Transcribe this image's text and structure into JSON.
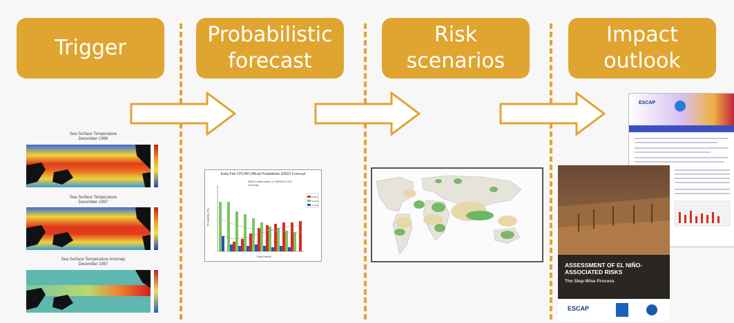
{
  "steps": [
    {
      "label": "Trigger"
    },
    {
      "label": "Probabilistic\nforecast"
    },
    {
      "label": "Risk\nscenarios"
    },
    {
      "label": "Impact\noutlook"
    }
  ],
  "sst_maps": [
    {
      "title": "Sea Surface Temperature",
      "subtitle": "December 1996"
    },
    {
      "title": "Sea Surface Temperature",
      "subtitle": "December 1997"
    },
    {
      "title": "Sea Surface Temperature Anomaly",
      "subtitle": "December 1997"
    }
  ],
  "forecast_chart": {
    "title": "Early-Feb CPC/IRI Official Probabilistic ENSO Forecast",
    "note": "ENSO state based on NINO3.4 SST Anomaly",
    "legend": [
      "El Niño",
      "Neutral",
      "La Niña"
    ],
    "ylabel": "Probability (%)",
    "xlabel": "Time Period"
  },
  "report": {
    "cover_title": "ASSESSMENT OF EL NIÑO-ASSOCIATED RISKS",
    "cover_subtitle": "The Step-Wise Process",
    "org": "ESCAP",
    "newsletter_org": "ESCAP"
  },
  "colors": {
    "accent": "#e0a530",
    "background": "#f7f7f7"
  }
}
